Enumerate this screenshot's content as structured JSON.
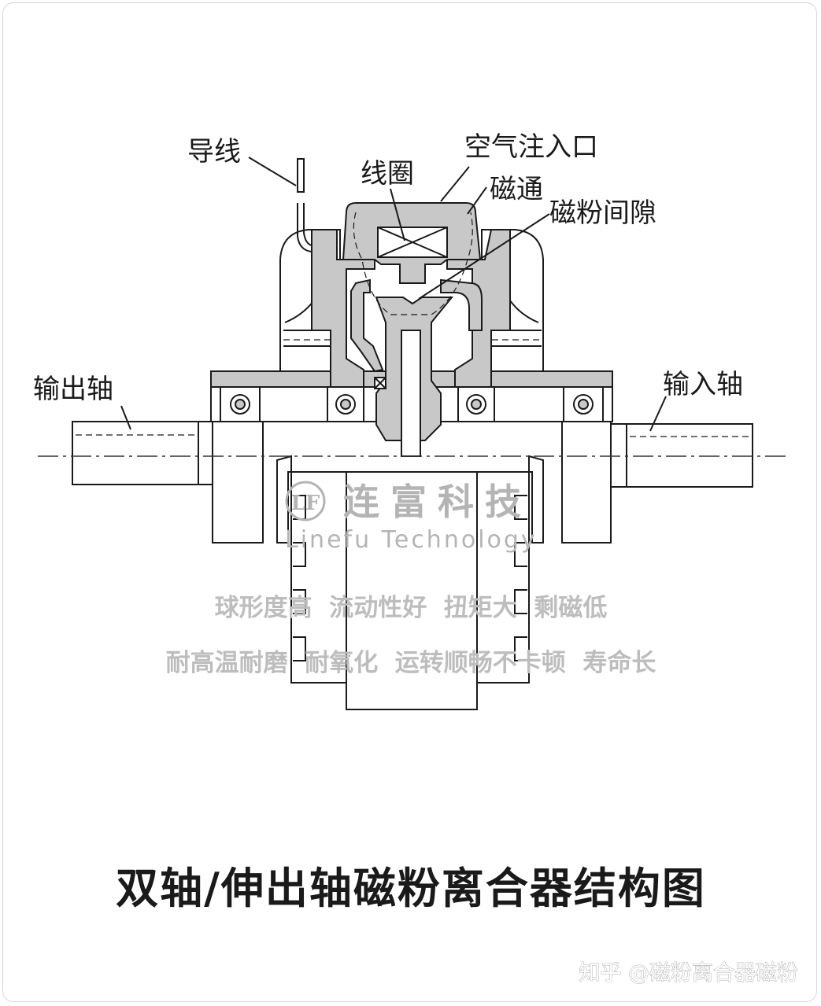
{
  "labels": {
    "lead_wire": "导线",
    "air_inlet": "空气注入口",
    "coil": "线圈",
    "magnetic_flux": "磁通",
    "powder_gap": "磁粉间隙",
    "output_shaft": "输出轴",
    "input_shaft": "输入轴"
  },
  "brand": {
    "logo_text": "连富科技",
    "logo_mark": "LF",
    "english": "Linefu Technology"
  },
  "features": {
    "line1": "球形度高  流动性好  扭矩大  剩磁低",
    "line2": "耐高温耐磨  耐氧化  运转顺畅不卡顿  寿命长"
  },
  "title": "双轴/伸出轴磁粉离合器结构图",
  "watermark": "知乎 @磁粉离合器磁粉",
  "colors": {
    "line": "#1a1a1a",
    "shaded": "#c8c8c8",
    "watermark_gray": "#b4b4b4"
  }
}
